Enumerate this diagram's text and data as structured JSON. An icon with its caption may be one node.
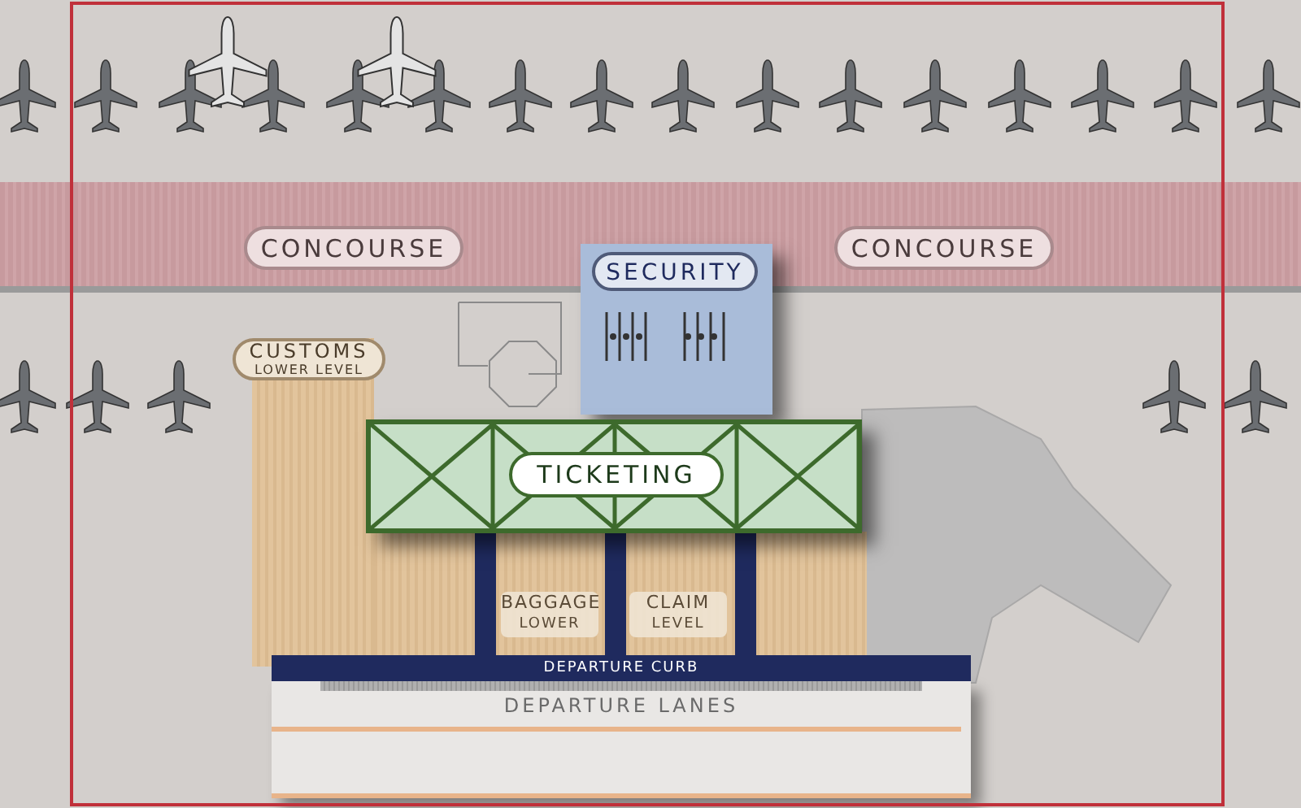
{
  "diagram": {
    "nodes": [
      {
        "text": [
          "CONCOURSE",
          "CONCOURSE"
        ]
      },
      {
        "text": [
          "SECURITY"
        ]
      },
      {
        "text": [
          "CUSTOMS",
          "LOWER LEVEL"
        ]
      },
      {
        "text": [
          "BAGGAGE",
          "LOWER"
        ]
      },
      {
        "text": [
          "CLAIM",
          "LEVEL"
        ]
      },
      {
        "text": [
          "TICKETING"
        ]
      },
      {
        "text": [
          "DEPARTURE CURB"
        ]
      },
      {
        "text": [
          "DEPARTURE LANES"
        ]
      }
    ]
  }
}
